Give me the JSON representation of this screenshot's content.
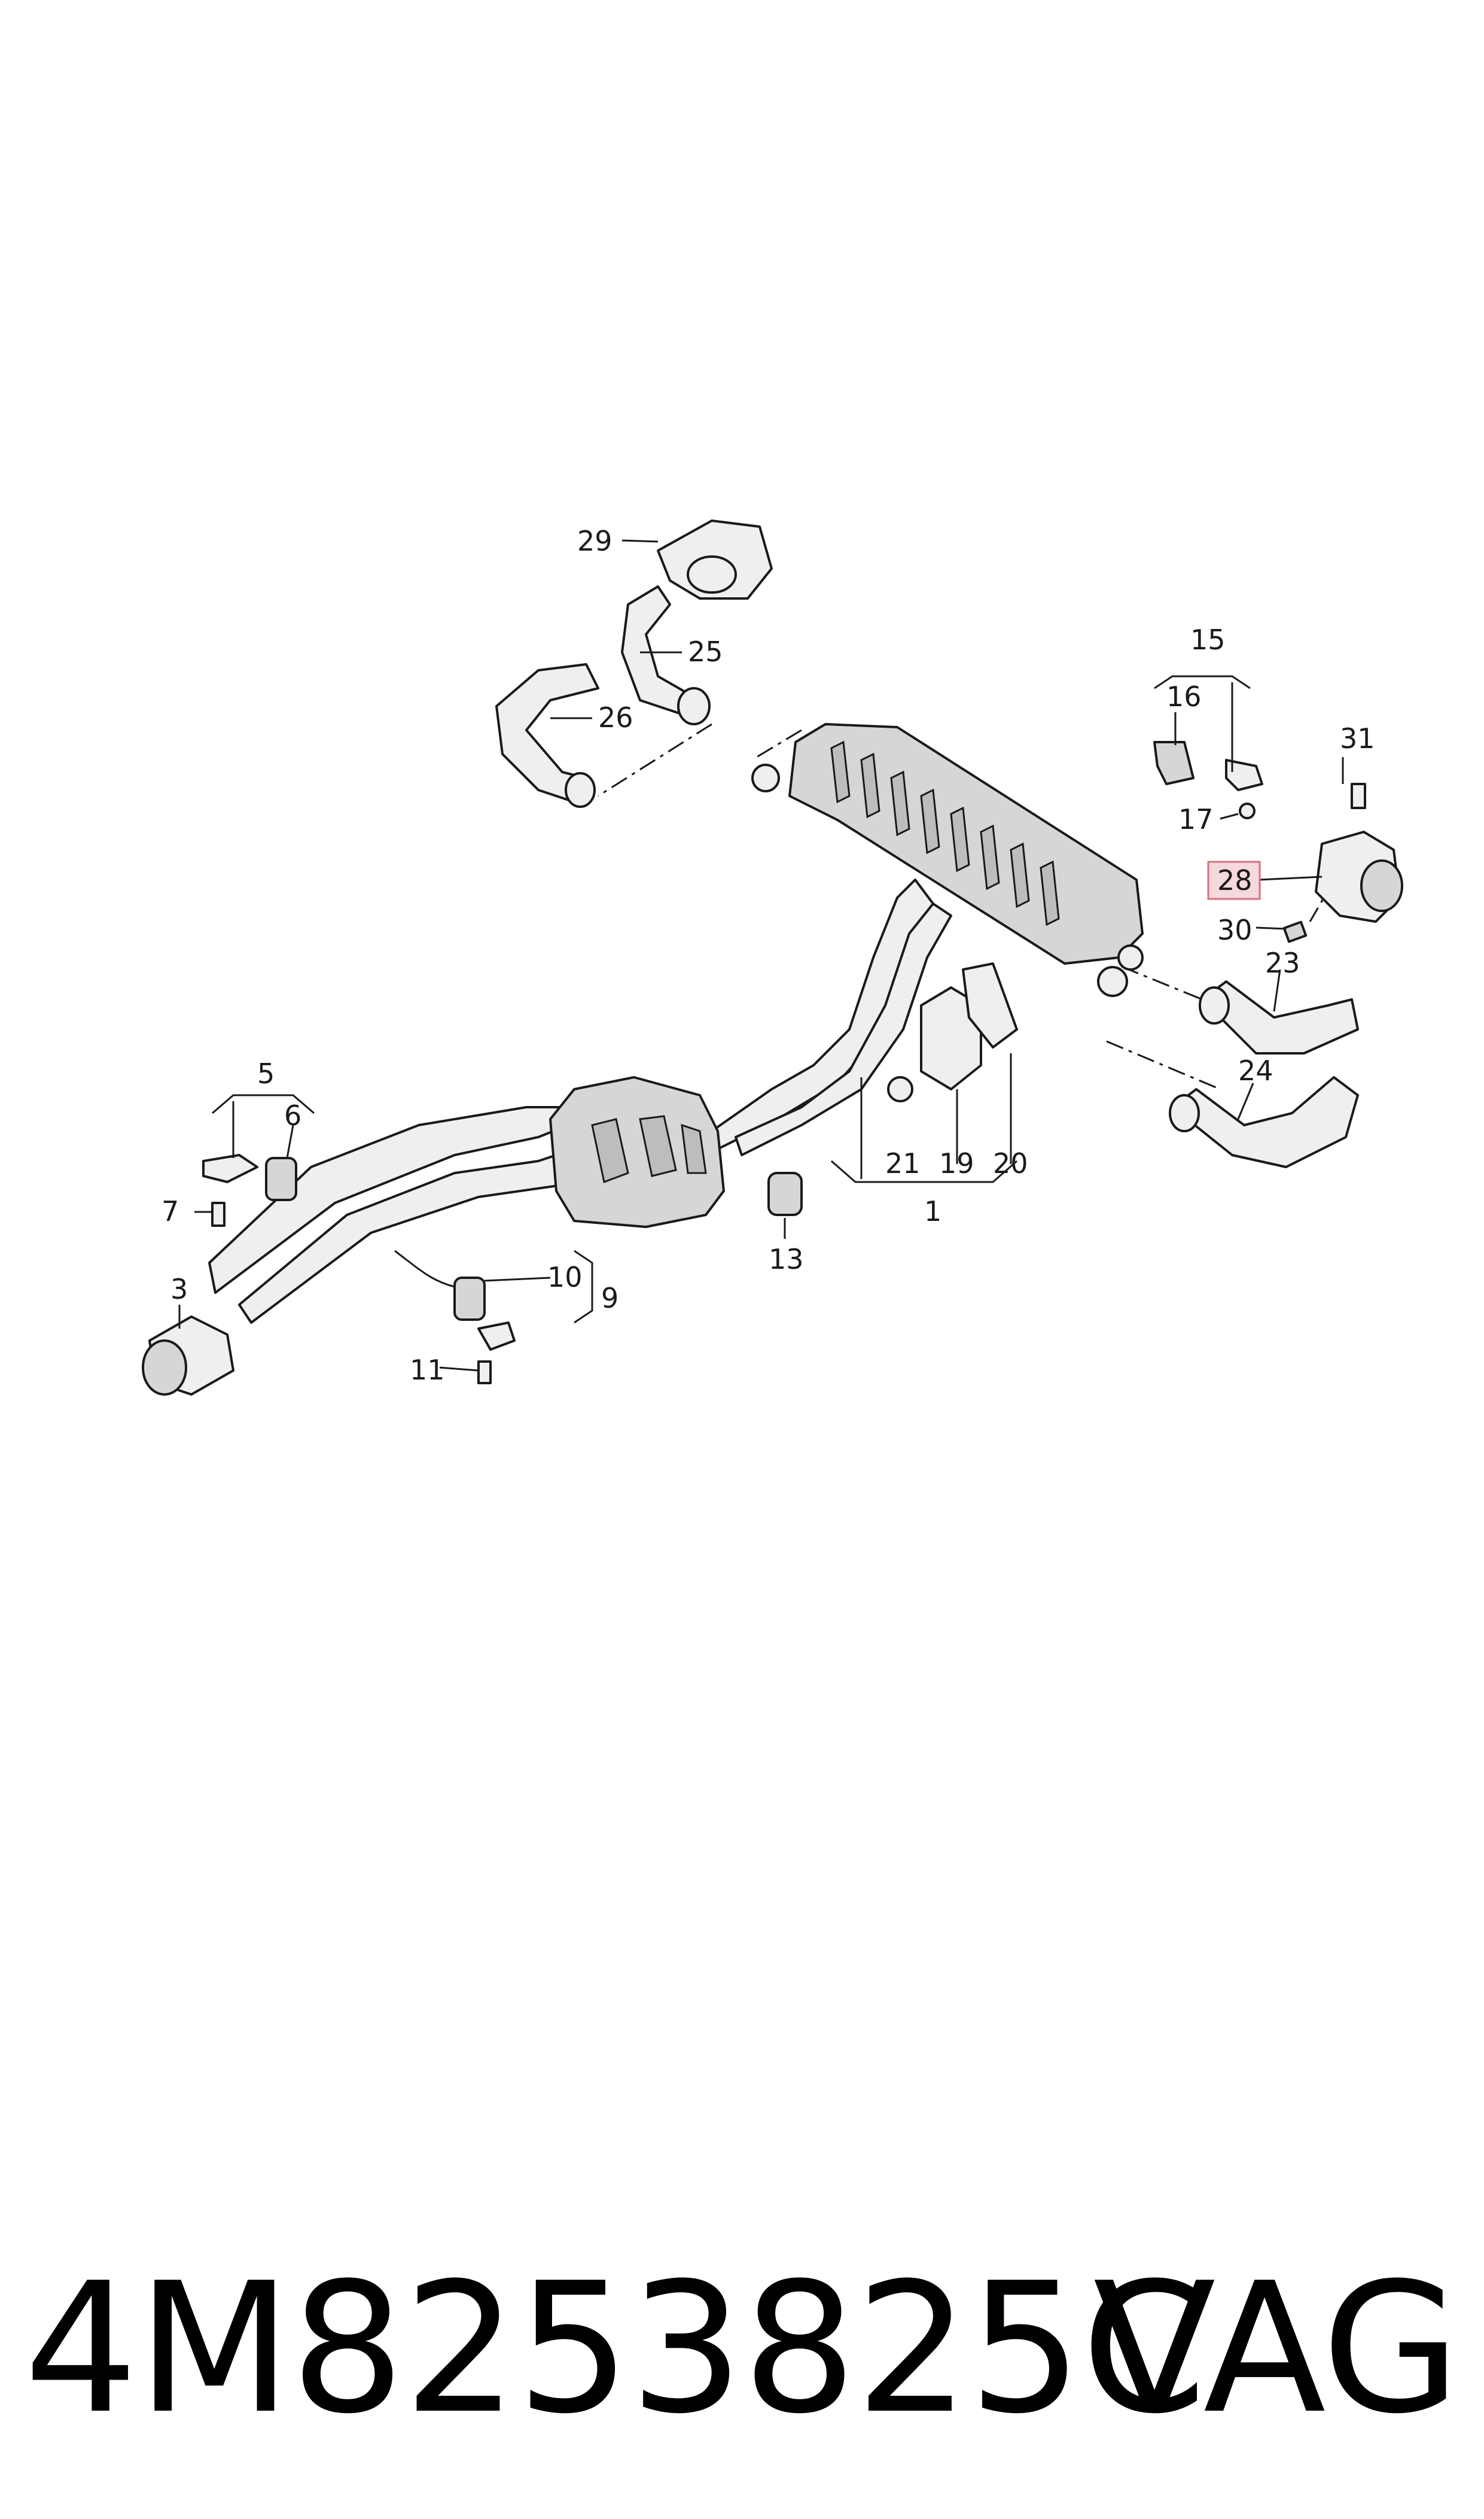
{
  "callouts": [
    "29",
    "25",
    "26",
    "15",
    "16",
    "31",
    "17",
    "28",
    "30",
    "23",
    "24",
    "5",
    "6",
    "7",
    "3",
    "10",
    "9",
    "11",
    "13",
    "21",
    "19",
    "20",
    "1"
  ],
  "highlighted_callout": "28",
  "highlight_color": "#f6d9dc",
  "highlight_border_color": "#d9707e",
  "footer": {
    "part_number": "4M8253825C",
    "brand": "VAG"
  }
}
